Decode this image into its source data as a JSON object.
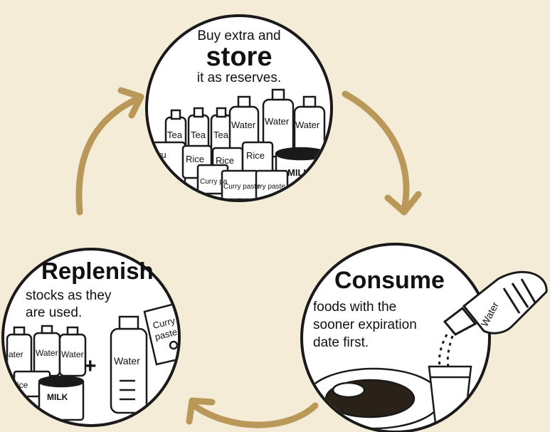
{
  "colors": {
    "background": "#f5ecd7",
    "arrow": "#b9985a",
    "outline": "#1a1a1a",
    "circle_fill": "#ffffff"
  },
  "store": {
    "line1": "Buy extra and",
    "emphasis": "store",
    "line2": "it as reserves.",
    "labels": {
      "tea": "Tea",
      "water": "Water",
      "rice": "Rice",
      "curry": "Curry paste",
      "curry_a": "Curry pa",
      "curry_b": "rry paste",
      "milk": "MILK",
      "partial": "yu"
    }
  },
  "consume": {
    "title": "Consume",
    "line1": "foods with the",
    "line2": "sooner expiration",
    "line3": "date first.",
    "labels": {
      "water": "Water"
    }
  },
  "replenish": {
    "title": "Replenish",
    "line1": "stocks as they",
    "line2": "are used.",
    "labels": {
      "water_a": "ater",
      "water": "Water",
      "water_b": "Water",
      "water_big": "Water",
      "rice": "ice",
      "milk": "MILK",
      "curry1": "Curry",
      "curry2": "paste",
      "plus": "+"
    }
  },
  "icons": [
    "cycle-arrow-icon",
    "water-bottle-icon",
    "tea-bottle-icon",
    "rice-bag-icon",
    "curry-pouch-icon",
    "milk-can-icon",
    "curry-plate-icon",
    "glass-icon"
  ]
}
